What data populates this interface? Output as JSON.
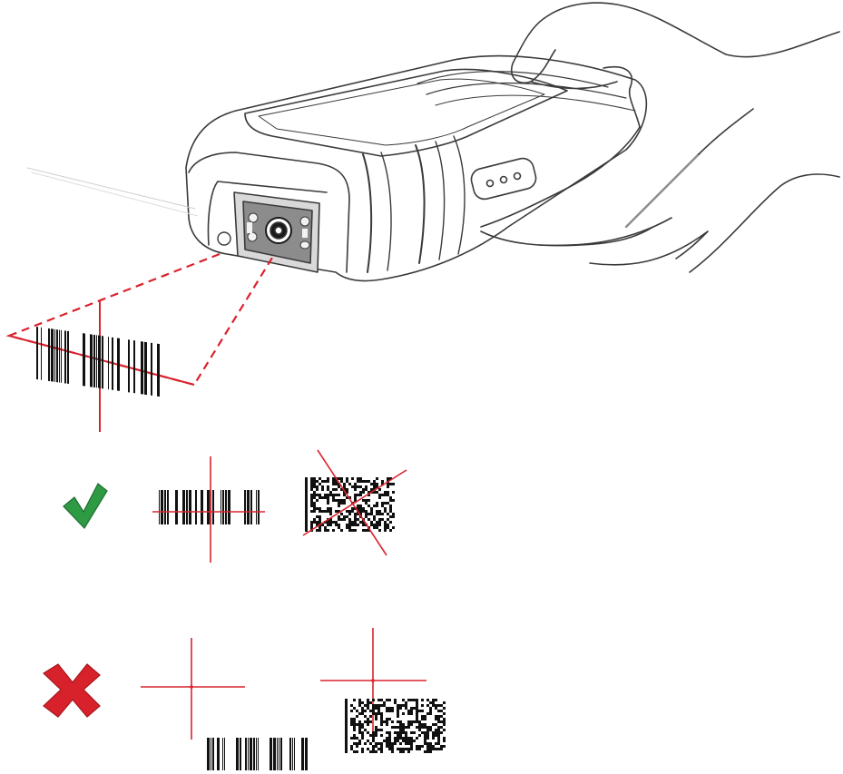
{
  "figure": {
    "correct_icon": "checkmark-icon",
    "incorrect_icon": "x-mark-icon",
    "colors": {
      "aim_red": "#d9232e",
      "check_green": "#2e9a43",
      "x_red": "#d8222b",
      "line": "#3a3a3a",
      "barcode": "#111111",
      "lens_dark": "#2a2a2a"
    },
    "rows": [
      {
        "kind": "correct",
        "examples": [
          "linear-barcode-centered",
          "2d-barcode-centered"
        ]
      },
      {
        "kind": "incorrect",
        "examples": [
          "linear-barcode-off-center",
          "2d-barcode-off-center"
        ]
      }
    ]
  }
}
